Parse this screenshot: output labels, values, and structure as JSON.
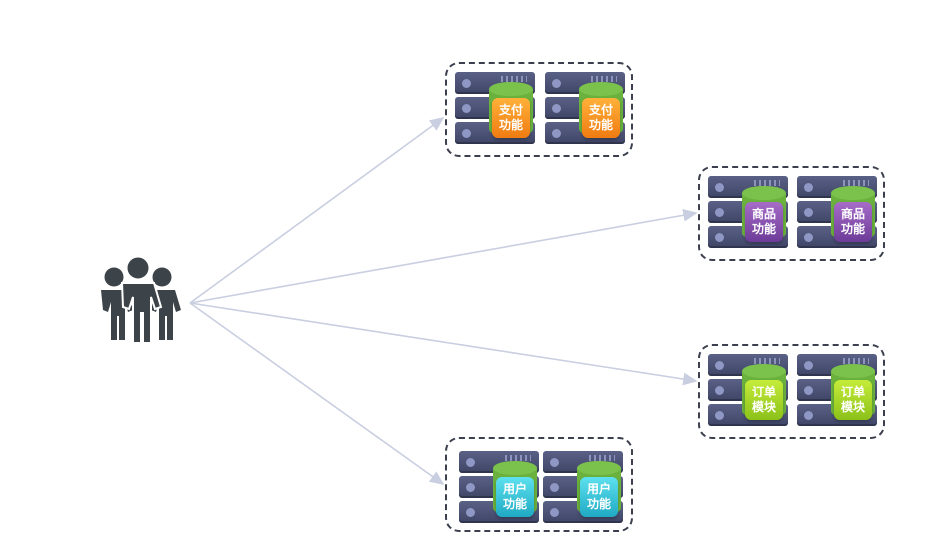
{
  "groups": [
    {
      "id": "payment",
      "color": "orange",
      "servers": [
        {
          "label_line1": "支付",
          "label_line2": "功能"
        },
        {
          "label_line1": "支付",
          "label_line2": "功能"
        }
      ]
    },
    {
      "id": "product",
      "color": "purple",
      "servers": [
        {
          "label_line1": "商品",
          "label_line2": "功能"
        },
        {
          "label_line1": "商品",
          "label_line2": "功能"
        }
      ]
    },
    {
      "id": "order",
      "color": "lime",
      "servers": [
        {
          "label_line1": "订单",
          "label_line2": "模块"
        },
        {
          "label_line1": "订单",
          "label_line2": "模块"
        }
      ]
    },
    {
      "id": "user",
      "color": "cyan",
      "servers": [
        {
          "label_line1": "用户",
          "label_line2": "功能"
        },
        {
          "label_line1": "用户",
          "label_line2": "功能"
        }
      ]
    }
  ],
  "colors": {
    "arrow": "#c9cfe0",
    "users_icon": "#3d4449",
    "border": "#3b3f4e"
  },
  "icons": {
    "users": "users-group-icon",
    "server": "server-rack-icon",
    "database": "database-cylinder-icon"
  }
}
